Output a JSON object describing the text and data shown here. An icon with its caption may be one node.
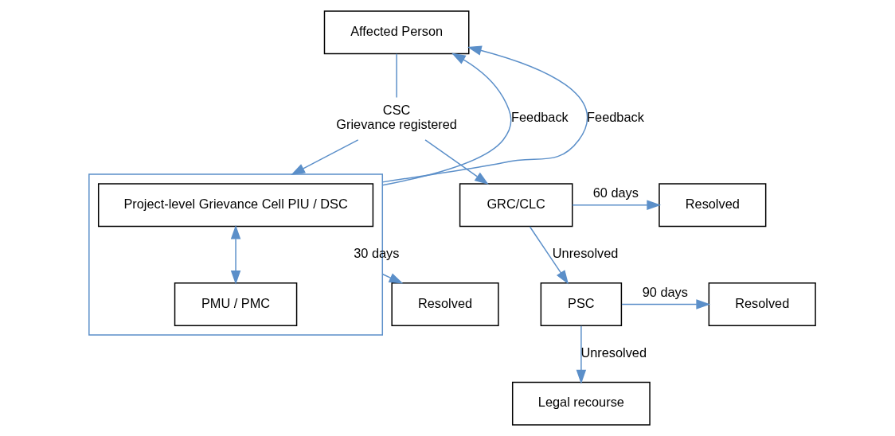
{
  "diagram": {
    "nodes": [
      {
        "text": [
          "Affected Person"
        ]
      },
      {
        "text": [],
        "shape": "box"
      },
      {
        "text": [
          "Project-level Grievance Cell PIU / DSC"
        ],
        "in": 1
      },
      {
        "text": [
          "PMU / PMC"
        ],
        "in": 1
      },
      {
        "text": [
          "Resolved"
        ]
      },
      {
        "text": [
          "CSC",
          "Grievance registered"
        ]
      },
      {
        "text": [
          "GRC/CLC"
        ]
      },
      {
        "text": [
          "Resolved"
        ]
      },
      {
        "text": [
          "PSC"
        ]
      },
      {
        "text": [
          "Resolved"
        ]
      },
      {
        "text": [
          "Legal recourse"
        ]
      }
    ],
    "edges": [
      {
        "from": 0,
        "to": 5,
        "arrow": "none"
      },
      {
        "from": 5,
        "to": 6,
        "arrow": "to"
      },
      {
        "from": 5,
        "to": 1,
        "arrow": "to"
      },
      {
        "from": 1,
        "to": 0,
        "arrow": "to",
        "label": "Feedback"
      },
      {
        "from": 1,
        "to": 0,
        "arrow": "to",
        "label": "Feedback"
      },
      {
        "from": 2,
        "to": 3,
        "arrow": "both"
      },
      {
        "from": 1,
        "to": 4,
        "arrow": "to",
        "label": "30 days"
      },
      {
        "from": 6,
        "to": 7,
        "arrow": "to",
        "label": "60 days"
      },
      {
        "from": 6,
        "to": 8,
        "arrow": "to",
        "label": "Unresolved"
      },
      {
        "from": 8,
        "to": 9,
        "arrow": "to",
        "label": "90 days"
      },
      {
        "from": 8,
        "to": 10,
        "arrow": "to",
        "label": "Unresolved"
      }
    ]
  }
}
